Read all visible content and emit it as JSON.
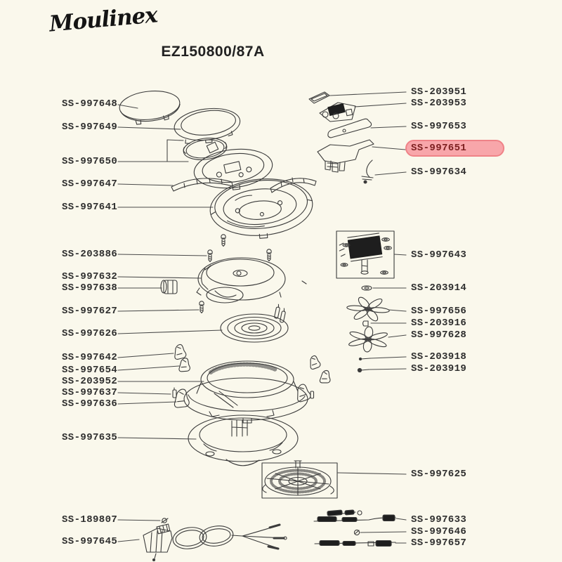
{
  "page": {
    "background": "#faf8ec",
    "line_color": "#3b3b3b"
  },
  "brand": {
    "logo_text": "Moulinex"
  },
  "header": {
    "title": "EZ150800/87A"
  },
  "highlight": {
    "part": "SS-997651",
    "fill": "#f8a6aa",
    "border": "#ef8287",
    "text_color": "#7c1f1f"
  },
  "labels": [
    {
      "text": "SS-997648",
      "highlighted": false
    },
    {
      "text": "SS-997649",
      "highlighted": false
    },
    {
      "text": "SS-997650",
      "highlighted": false
    },
    {
      "text": "SS-997647",
      "highlighted": false
    },
    {
      "text": "SS-997641",
      "highlighted": false
    },
    {
      "text": "SS-203886",
      "highlighted": false
    },
    {
      "text": "SS-997632",
      "highlighted": false
    },
    {
      "text": "SS-997638",
      "highlighted": false
    },
    {
      "text": "SS-997627",
      "highlighted": false
    },
    {
      "text": "SS-997626",
      "highlighted": false
    },
    {
      "text": "SS-997642",
      "highlighted": false
    },
    {
      "text": "SS-997654",
      "highlighted": false
    },
    {
      "text": "SS-203952",
      "highlighted": false
    },
    {
      "text": "SS-997637",
      "highlighted": false
    },
    {
      "text": "SS-997636",
      "highlighted": false
    },
    {
      "text": "SS-997635",
      "highlighted": false
    },
    {
      "text": "SS-189807",
      "highlighted": false
    },
    {
      "text": "SS-997645",
      "highlighted": false
    },
    {
      "text": "SS-203951",
      "highlighted": false
    },
    {
      "text": "SS-203953",
      "highlighted": false
    },
    {
      "text": "SS-997653",
      "highlighted": false
    },
    {
      "text": "SS-997651",
      "highlighted": true
    },
    {
      "text": "SS-997634",
      "highlighted": false
    },
    {
      "text": "SS-997643",
      "highlighted": false
    },
    {
      "text": "SS-203914",
      "highlighted": false
    },
    {
      "text": "SS-997656",
      "highlighted": false
    },
    {
      "text": "SS-203916",
      "highlighted": false
    },
    {
      "text": "SS-997628",
      "highlighted": false
    },
    {
      "text": "SS-203918",
      "highlighted": false
    },
    {
      "text": "SS-203919",
      "highlighted": false
    },
    {
      "text": "SS-997625",
      "highlighted": false
    },
    {
      "text": "SS-997633",
      "highlighted": false
    },
    {
      "text": "SS-997646",
      "highlighted": false
    },
    {
      "text": "SS-997657",
      "highlighted": false
    }
  ]
}
